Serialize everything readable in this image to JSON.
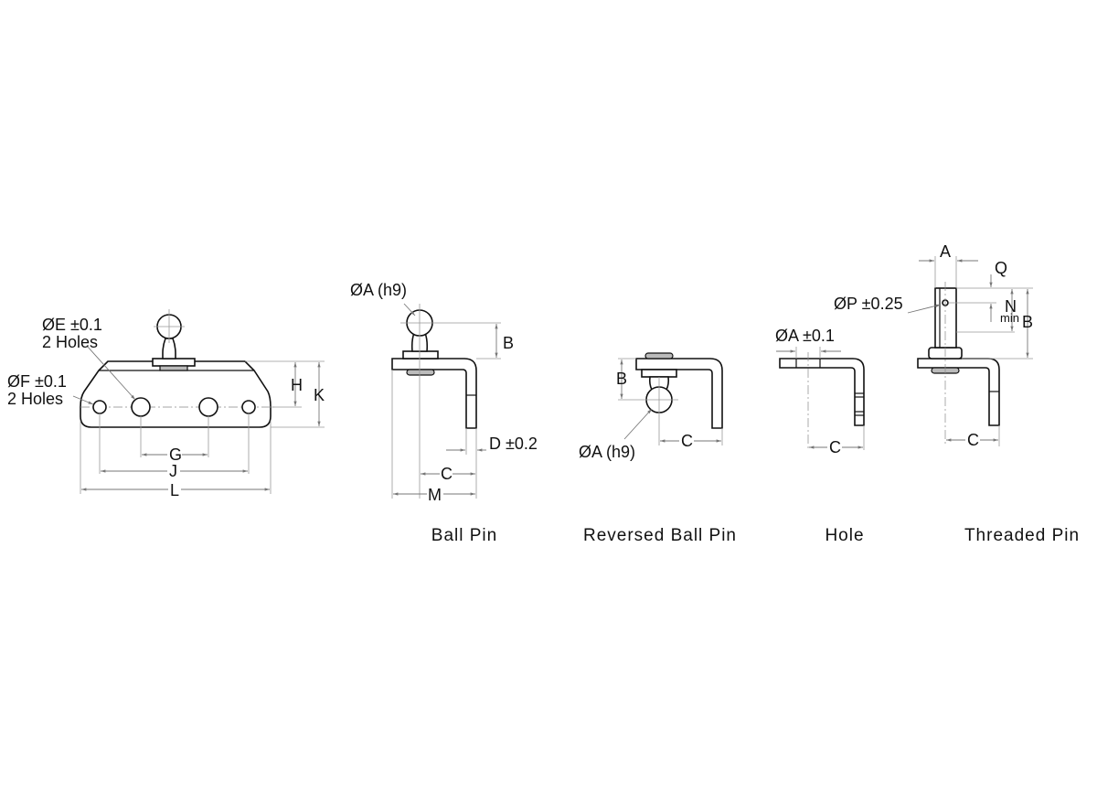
{
  "base_plate": {
    "hole_e_label": "ØE ±0.1",
    "hole_e_count": "2 Holes",
    "hole_f_label": "ØF ±0.1",
    "hole_f_count": "2 Holes",
    "dim_g": "G",
    "dim_j": "J",
    "dim_l": "L",
    "dim_h": "H",
    "dim_k": "K"
  },
  "ball_pin": {
    "caption": "Ball Pin",
    "dim_a": "ØA (h9)",
    "dim_b": "B",
    "dim_d": "D ±0.2",
    "dim_c": "C",
    "dim_m": "M"
  },
  "reversed_ball_pin": {
    "caption": "Reversed Ball Pin",
    "dim_a": "ØA (h9)",
    "dim_b": "B",
    "dim_c": "C"
  },
  "hole": {
    "caption": "Hole",
    "dim_a": "ØA ±0.1",
    "dim_c": "C"
  },
  "threaded_pin": {
    "caption": "Threaded Pin",
    "dim_a": "A",
    "dim_q": "Q",
    "dim_p": "ØP ±0.25",
    "dim_n": "N",
    "dim_n_sub": "min",
    "dim_b": "B",
    "dim_c": "C"
  }
}
